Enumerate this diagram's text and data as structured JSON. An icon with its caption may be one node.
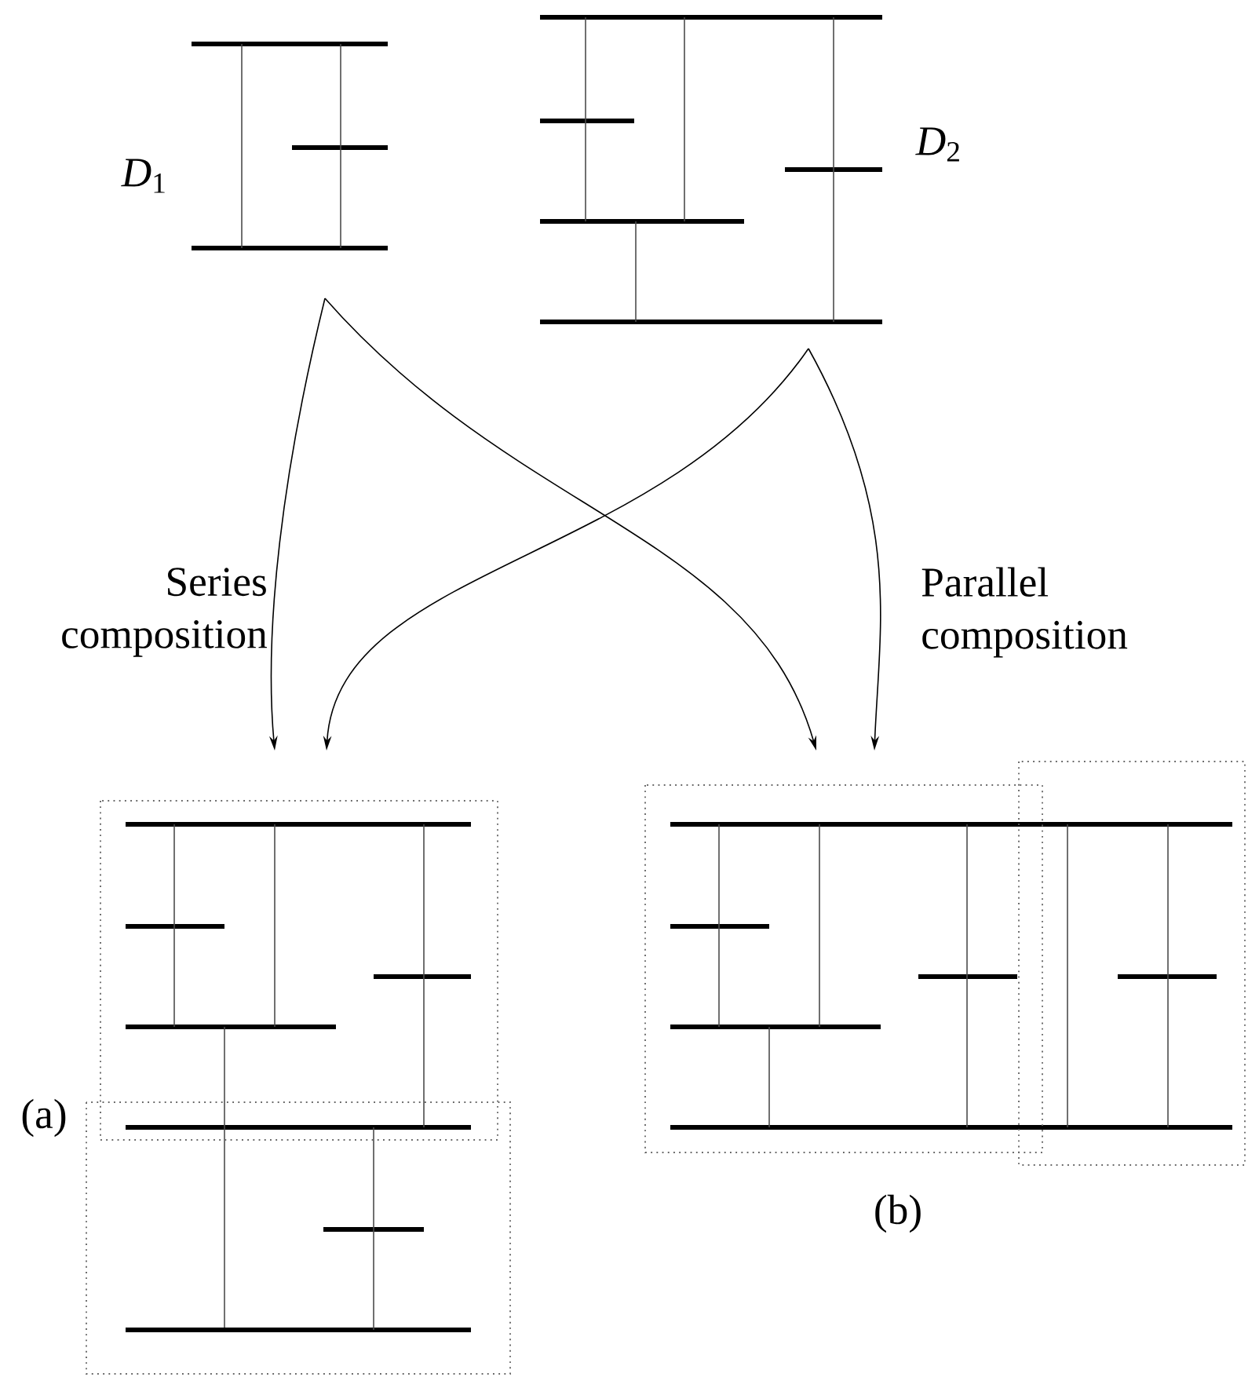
{
  "diagram": {
    "nodes": [
      {
        "text": [],
        "shape": "picture",
        "beside": [
          "*D*$_{1}$"
        ]
      },
      {
        "text": [],
        "shape": "picture",
        "beside": [
          "*D*$_{2}$"
        ]
      },
      {
        "text": [],
        "shape": "picture",
        "beside": [
          "(a)"
        ]
      },
      {
        "text": [],
        "shape": "picture",
        "beside": [
          "(b)"
        ]
      }
    ],
    "edges": [
      {
        "from": 0,
        "to": 2,
        "arrow": "to",
        "label": "Series composition"
      },
      {
        "from": 0,
        "to": 3,
        "arrow": "to"
      },
      {
        "from": 1,
        "to": 2,
        "arrow": "to"
      },
      {
        "from": 1,
        "to": 3,
        "arrow": "to",
        "label": "Parallel composition"
      }
    ]
  }
}
